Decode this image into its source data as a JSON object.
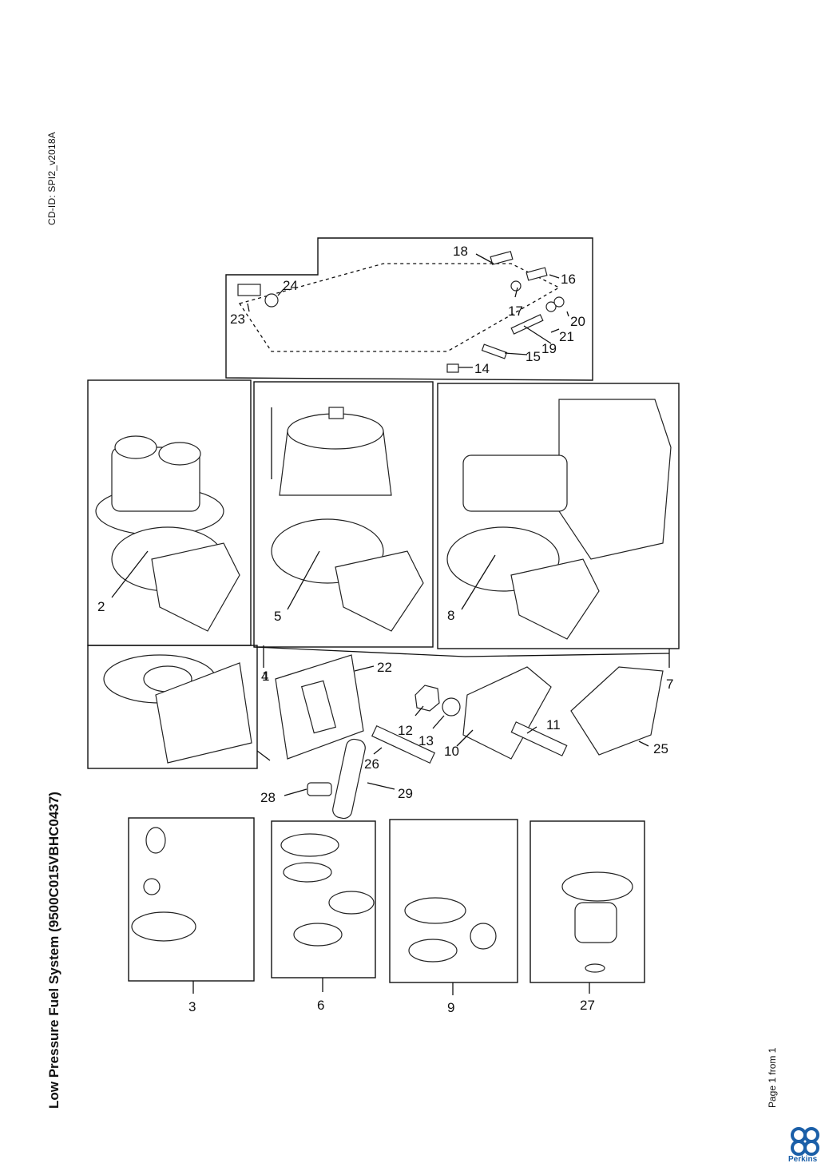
{
  "header": {
    "cd_id": "CD-ID: SPI2_v2018A"
  },
  "document": {
    "title": "Low Pressure Fuel System (9500C015VBHC0437)"
  },
  "footer": {
    "page": "Page 1 from 1",
    "brand": "Perkins"
  },
  "callouts": [
    "1",
    "2",
    "3",
    "4",
    "5",
    "6",
    "7",
    "8",
    "9",
    "10",
    "11",
    "12",
    "13",
    "14",
    "15",
    "16",
    "17",
    "18",
    "19",
    "20",
    "21",
    "22",
    "23",
    "24",
    "25",
    "26",
    "27",
    "28",
    "29"
  ],
  "icons": {
    "logo": "perkins-logo"
  },
  "colors": {
    "brand": "#1b5fa8"
  }
}
